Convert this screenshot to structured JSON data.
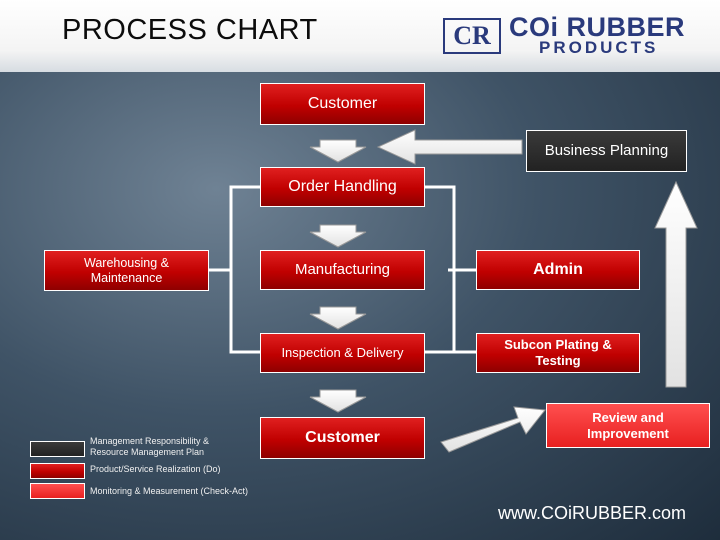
{
  "title": "PROCESS CHART",
  "logo": {
    "mark": "CR",
    "name": "COi RUBBER",
    "sub": "PRODUCTS"
  },
  "nodes": {
    "customer_top": "Customer",
    "business_planning": "Business Planning",
    "order_handling": "Order Handling",
    "warehousing": "Warehousing & Maintenance",
    "manufacturing": "Manufacturing",
    "admin": "Admin",
    "inspection": "Inspection & Delivery",
    "subcon": "Subcon Plating & Testing",
    "customer_bottom": "Customer",
    "review": "Review and Improvement"
  },
  "legend": [
    {
      "label": "Management Responsibility & Resource Management Plan",
      "color": "#2b2b2b"
    },
    {
      "label": "Product/Service Realization (Do)",
      "color": "#c00000"
    },
    {
      "label": "Monitoring & Measurement (Check-Act)",
      "color": "#ff3b3b"
    }
  ],
  "website": "www.COiRUBBER.com"
}
